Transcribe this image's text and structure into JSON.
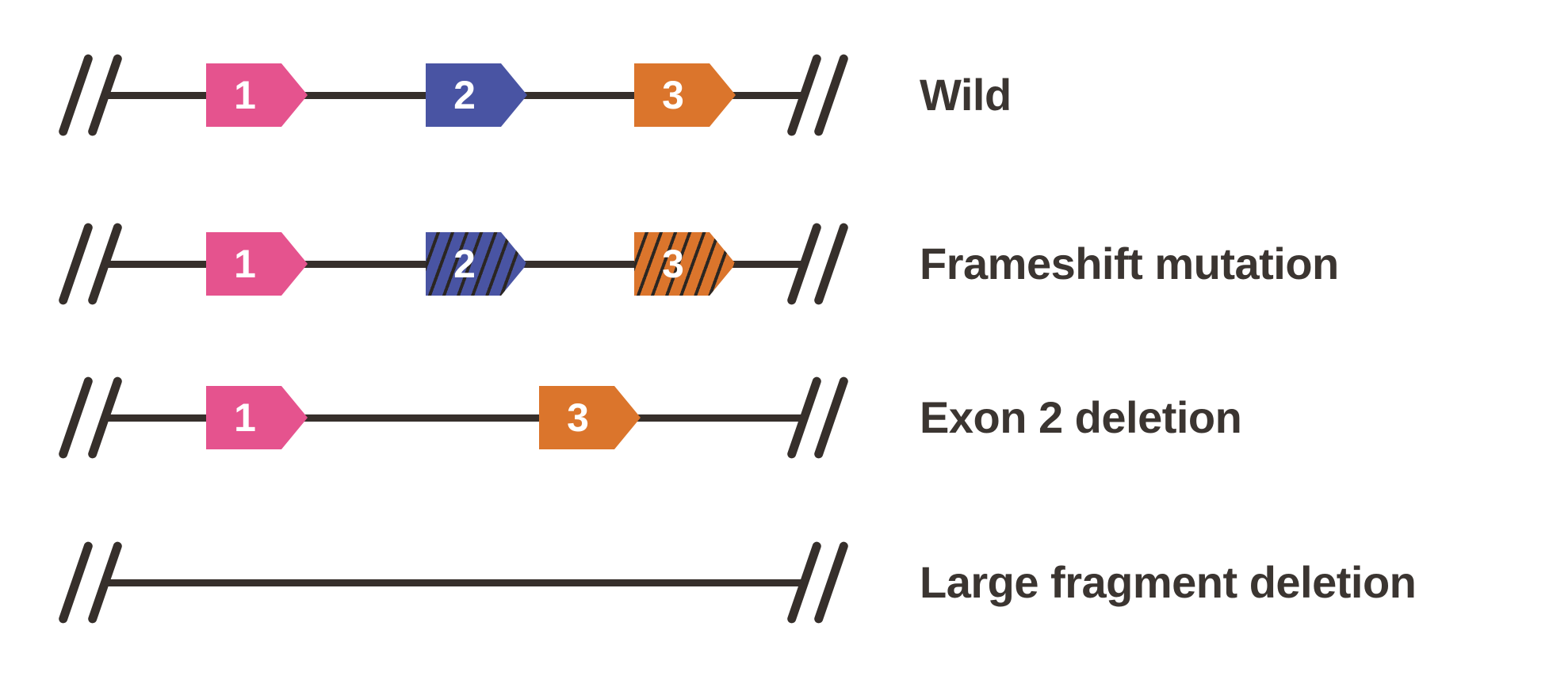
{
  "figure": {
    "description": "Gene construct diagram comparing wild type and mutant alleles",
    "colors": {
      "exon1": "#E5538E",
      "exon2": "#4954A3",
      "exon3": "#DB752C",
      "line": "#362F2B",
      "label": "#3B3531",
      "hatch": "#2B2622"
    },
    "line_break_glyph": "//",
    "rows": [
      {
        "id": "wild",
        "label": "Wild",
        "exons": [
          {
            "number": "1",
            "color": "#E5538E",
            "hatched": false
          },
          {
            "number": "2",
            "color": "#4954A3",
            "hatched": false
          },
          {
            "number": "3",
            "color": "#DB752C",
            "hatched": false
          }
        ]
      },
      {
        "id": "frameshift-mutation",
        "label": "Frameshift mutation",
        "exons": [
          {
            "number": "1",
            "color": "#E5538E",
            "hatched": false
          },
          {
            "number": "2",
            "color": "#4954A3",
            "hatched": true
          },
          {
            "number": "3",
            "color": "#DB752C",
            "hatched": true
          }
        ]
      },
      {
        "id": "exon-2-deletion",
        "label": "Exon 2 deletion",
        "exons": [
          {
            "number": "1",
            "color": "#E5538E",
            "hatched": false
          },
          {
            "number": "3",
            "color": "#DB752C",
            "hatched": false
          }
        ]
      },
      {
        "id": "large-fragment-deletion",
        "label": "Large fragment deletion",
        "exons": []
      }
    ]
  }
}
